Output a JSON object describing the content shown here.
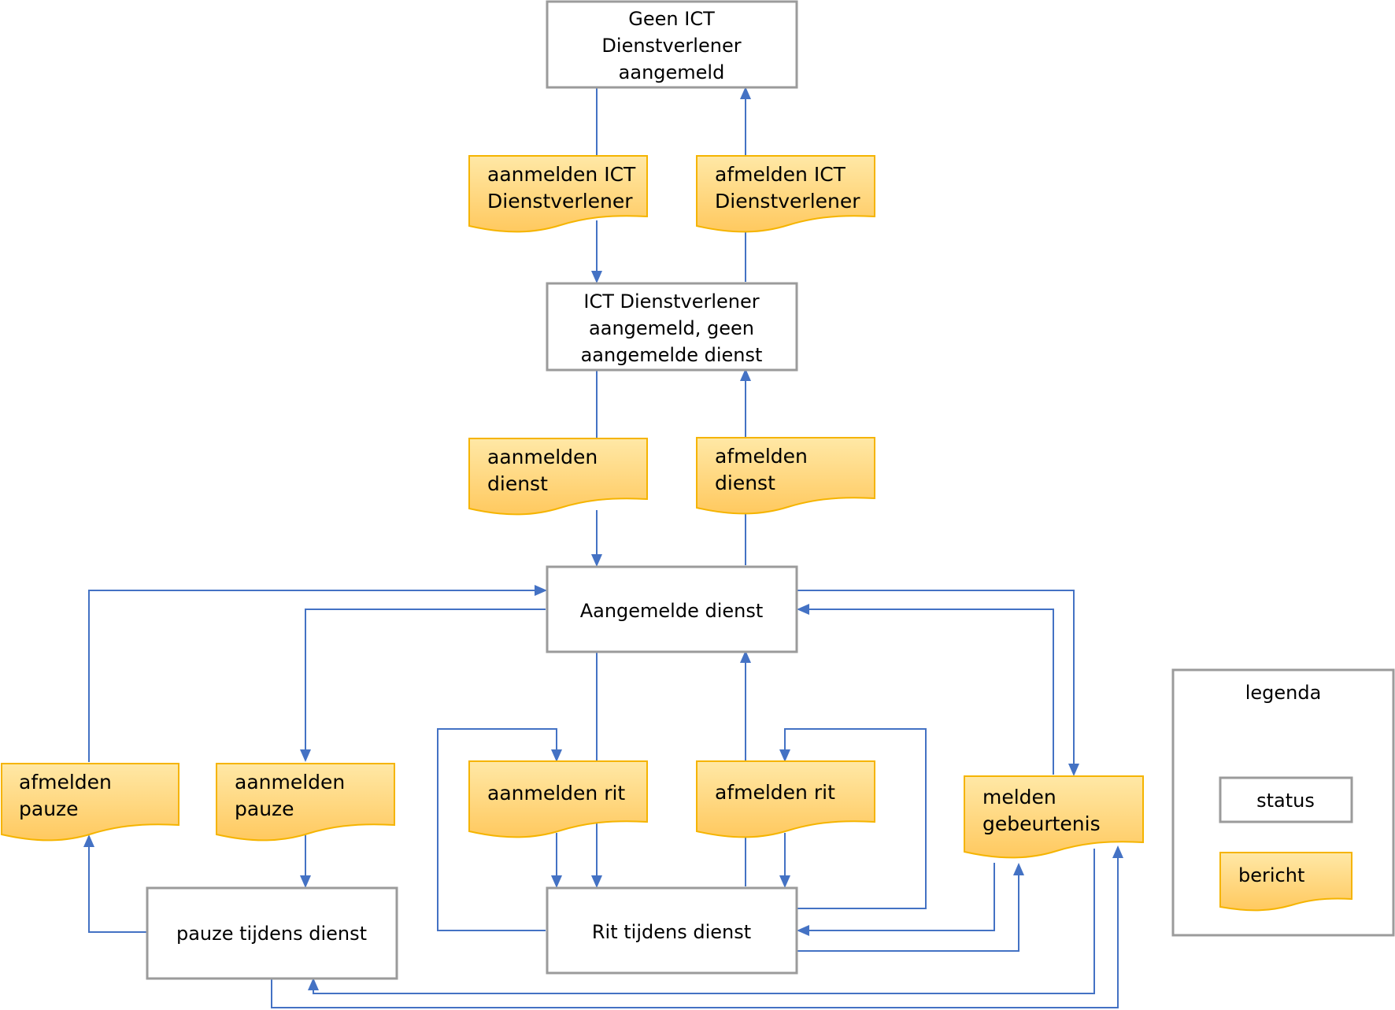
{
  "colors": {
    "status_border": "#9b9b9b",
    "message_fill_top": "#ffe8a6",
    "message_fill_bottom": "#ffc95f",
    "message_border": "#f5b400",
    "connector": "#4472c4"
  },
  "states": {
    "geen_ict": {
      "lines": [
        "Geen ICT",
        "Dienstverlener",
        "aangemeld"
      ]
    },
    "ict_aangemeld": {
      "lines": [
        "ICT Dienstverlener",
        "aangemeld, geen",
        "aangemelde dienst"
      ]
    },
    "aangemelde_dienst": {
      "lines": [
        "Aangemelde dienst"
      ]
    },
    "pauze": {
      "lines": [
        "pauze tijdens dienst"
      ]
    },
    "rit": {
      "lines": [
        "Rit tijdens dienst"
      ]
    }
  },
  "messages": {
    "aanmelden_ict": {
      "lines": [
        "aanmelden ICT",
        "Dienstverlener"
      ]
    },
    "afmelden_ict": {
      "lines": [
        "afmelden ICT",
        "Dienstverlener"
      ]
    },
    "aanmelden_dienst": {
      "lines": [
        "aanmelden",
        "dienst"
      ]
    },
    "afmelden_dienst": {
      "lines": [
        "afmelden",
        "dienst"
      ]
    },
    "afmelden_pauze": {
      "lines": [
        "afmelden",
        "pauze"
      ]
    },
    "aanmelden_pauze": {
      "lines": [
        "aanmelden",
        "pauze"
      ]
    },
    "aanmelden_rit": {
      "lines": [
        "aanmelden rit"
      ]
    },
    "afmelden_rit": {
      "lines": [
        "afmelden rit"
      ]
    },
    "melden_gebeurtenis": {
      "lines": [
        "melden",
        "gebeurtenis"
      ]
    }
  },
  "legend": {
    "title": "legenda",
    "status_label": "status",
    "message_label": "bericht"
  }
}
